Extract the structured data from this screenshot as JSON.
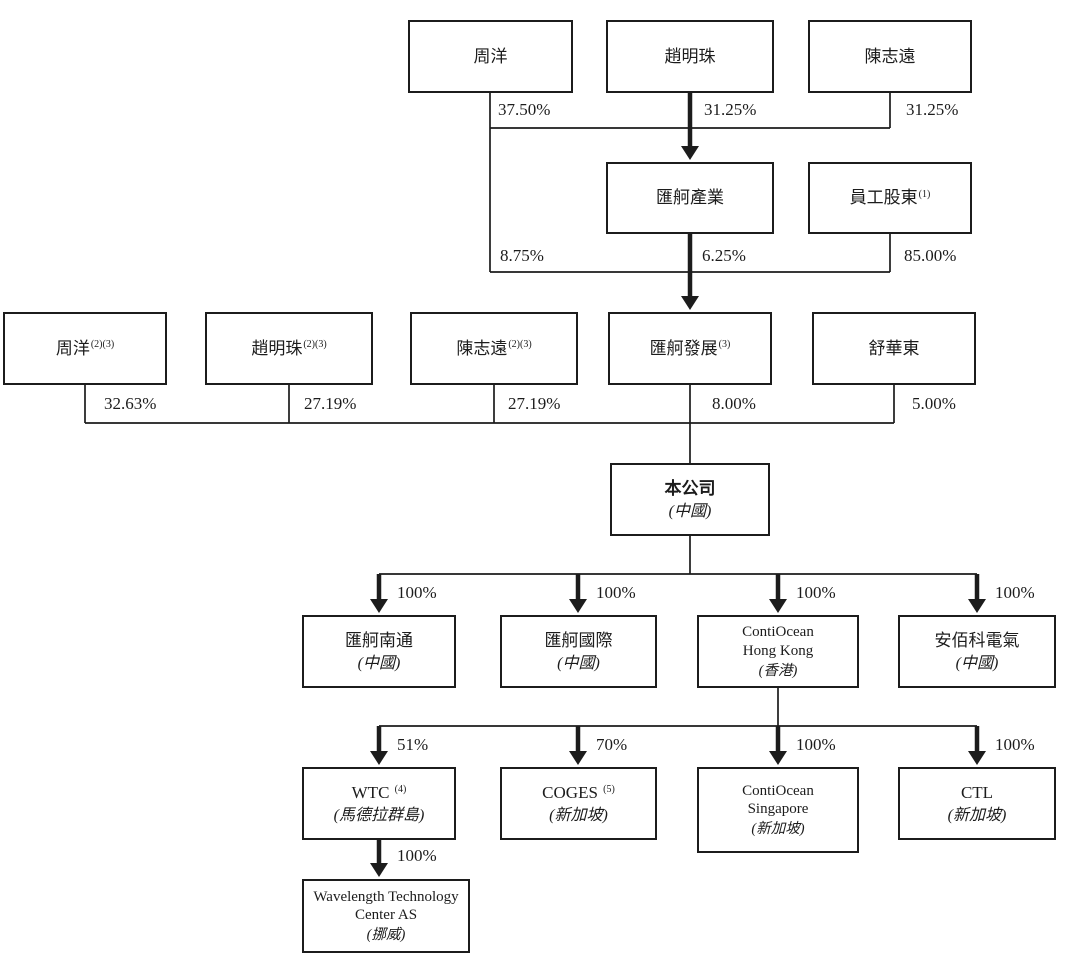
{
  "page": {
    "background": "#ffffff",
    "line_color": "#1c1c1c"
  },
  "nodes": {
    "zhou_yang_1": {
      "label": "周洋",
      "sup": ""
    },
    "zhao_ming_zhu_1": {
      "label": "趙明珠",
      "sup": ""
    },
    "chen_zhi_yuan_1": {
      "label": "陳志遠",
      "sup": ""
    },
    "hui_ge_chan_ye": {
      "label": "匯舸產業",
      "sup": ""
    },
    "yuan_gong_gu_dong": {
      "label": "員工股東",
      "sup": "(1)"
    },
    "zhou_yang_2": {
      "label": "周洋",
      "sup": "(2)(3)"
    },
    "zhao_ming_zhu_2": {
      "label": "趙明珠",
      "sup": "(2)(3)"
    },
    "chen_zhi_yuan_2": {
      "label": "陳志遠",
      "sup": "(2)(3)"
    },
    "hui_ge_fa_zhan": {
      "label": "匯舸發展",
      "sup": "(3)"
    },
    "shu_hua_dong": {
      "label": "舒華東",
      "sup": ""
    },
    "ben_gong_si": {
      "label": "本公司",
      "country": "(中國)"
    },
    "hui_ge_nan_tong": {
      "label": "匯舸南通",
      "country": "(中國)"
    },
    "hui_ge_guo_ji": {
      "label": "匯舸國際",
      "country": "(中國)"
    },
    "contiocean_hk": {
      "label": "ContiOcean\nHong Kong",
      "country": "(香港)"
    },
    "an_bai_ke": {
      "label": "安佰科電氣",
      "country": "(中國)"
    },
    "wtc": {
      "label": "WTC",
      "sup": "(4)",
      "country": "(馬德拉群島)"
    },
    "coges": {
      "label": "COGES",
      "sup": "(5)",
      "country": "(新加坡)"
    },
    "contiocean_sg": {
      "label": "ContiOcean\nSingapore",
      "country": "(新加坡)"
    },
    "ctl": {
      "label": "CTL",
      "country": "(新加坡)"
    },
    "wavelength": {
      "label": "Wavelength Technology\nCenter AS",
      "country": "(挪威)"
    }
  },
  "percentages": {
    "zhou1_to_chanye": "37.50%",
    "zhao1_to_chanye": "31.25%",
    "chen1_to_chanye": "31.25%",
    "zhou1_to_fazhan": "8.75%",
    "chanye_to_fazhan": "6.25%",
    "yuangong_to_fazhan": "85.00%",
    "zhou2_to_company": "32.63%",
    "zhao2_to_company": "27.19%",
    "chen2_to_company": "27.19%",
    "fazhan_to_company": "8.00%",
    "shu_to_company": "5.00%",
    "company_to_nantong": "100%",
    "company_to_guoji": "100%",
    "company_to_hk": "100%",
    "company_to_anbaike": "100%",
    "hk_to_wtc": "51%",
    "hk_to_coges": "70%",
    "hk_to_sg": "100%",
    "hk_to_ctl": "100%",
    "wtc_to_wavelength": "100%"
  }
}
